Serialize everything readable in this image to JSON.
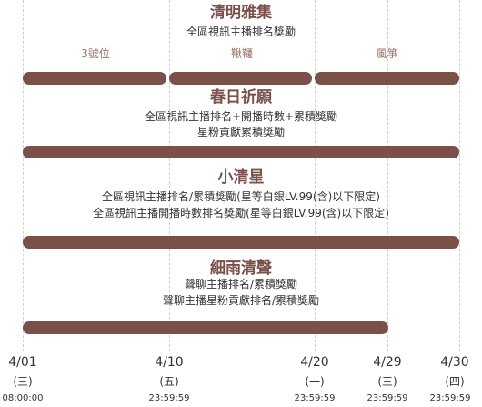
{
  "sections": [
    {
      "title": "清明雅集",
      "lines": [
        "全區視訊主播排名獎勵"
      ]
    },
    {
      "title": "春日祈願",
      "lines": [
        "全區視訊主播排名+開播時數+累積獎勵",
        "星粉貢獻累積獎勵"
      ]
    },
    {
      "title": "小清星",
      "lines": [
        "全區視訊主播排名/累積獎勵(星等白銀LV.99(含)以下限定)",
        "全區視訊主播開播時數排名獎勵(星等白銀LV.99(含)以下限定)"
      ]
    },
    {
      "title": "細雨清聲",
      "lines": [
        "聲聊主播排名/累積獎勵",
        "聲聊主播星粉貢獻排名/累積獎勵"
      ]
    }
  ],
  "segments": [
    "3號位",
    "鞦韆",
    "風箏"
  ],
  "timeline": [
    {
      "date": "4/01",
      "day": "(三)",
      "time": "08:00:00"
    },
    {
      "date": "4/10",
      "day": "(五)",
      "time": "23:59:59"
    },
    {
      "date": "4/20",
      "day": "(一)",
      "time": "23:59:59"
    },
    {
      "date": "4/29",
      "day": "(三)",
      "time": "23:59:59"
    },
    {
      "date": "4/30",
      "day": "(四)",
      "time": "23:59:59"
    }
  ]
}
